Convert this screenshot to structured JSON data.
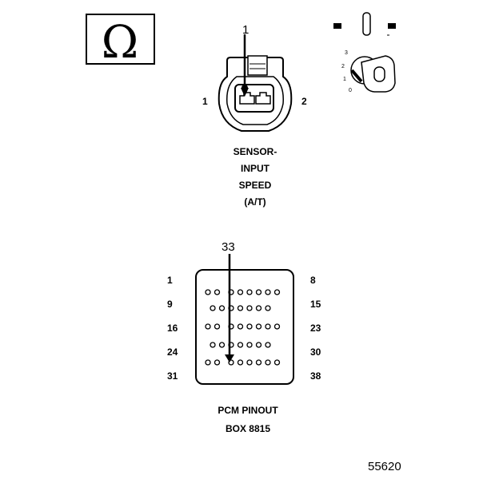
{
  "ohmmeter": {
    "symbol": "Ω"
  },
  "ignition": {
    "positions": [
      "3",
      "2",
      "1",
      "0"
    ]
  },
  "sensor": {
    "probe_number": "1",
    "pin_left": "1",
    "pin_right": "2",
    "title_lines": [
      "SENSOR-",
      "INPUT",
      "SPEED",
      "(A/T)"
    ]
  },
  "pcm": {
    "probe_number": "33",
    "left_pins": [
      "1",
      "9",
      "16",
      "24",
      "31"
    ],
    "right_pins": [
      "8",
      "15",
      "23",
      "30",
      "38"
    ],
    "title_lines": [
      "PCM PINOUT",
      "BOX 8815"
    ]
  },
  "figure_number": "55620"
}
